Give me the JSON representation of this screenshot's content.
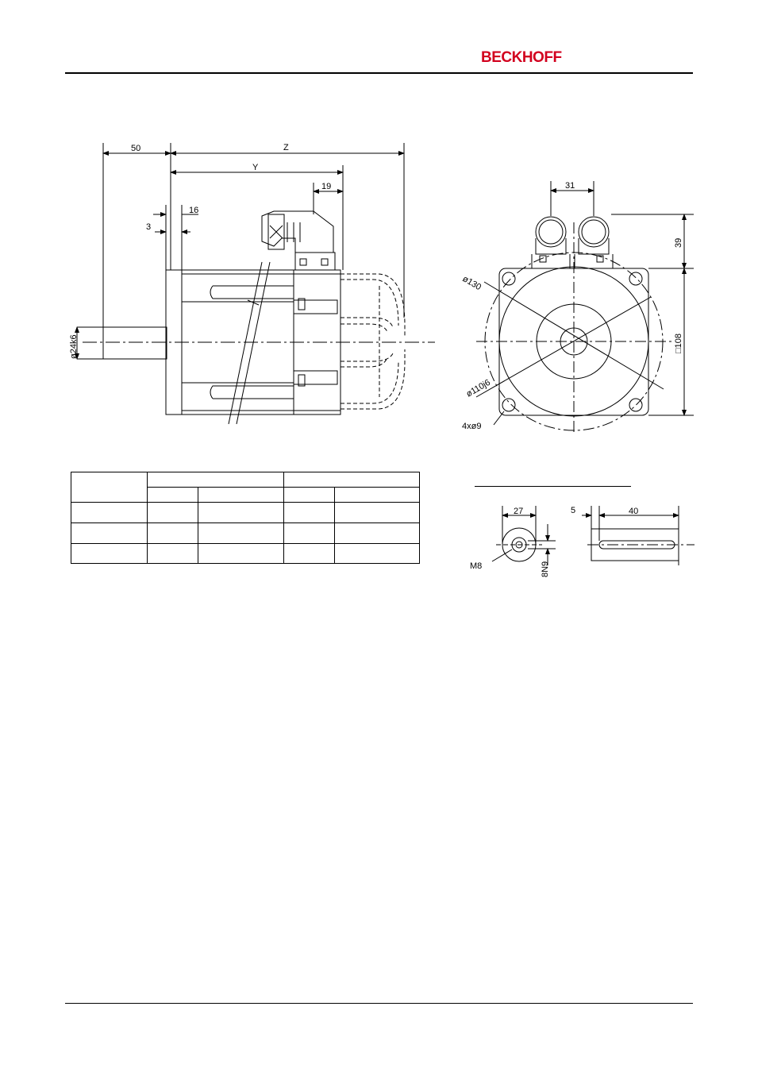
{
  "header": {
    "brand": "BECKHOFF"
  },
  "side_view": {
    "dim_50": "50",
    "dim_z": "Z",
    "dim_y": "Y",
    "dim_19": "19",
    "dim_16": "16",
    "dim_3": "3",
    "dim_shaft": "ø24k6"
  },
  "front_view": {
    "dim_31": "31",
    "dim_39": "39",
    "dim_108": "□108",
    "dim_130": "ø130",
    "dim_110": "ø110j6",
    "dim_holes": "4xø9"
  },
  "shaft_detail": {
    "dim_27": "27",
    "dim_m8": "M8",
    "dim_8n9": "8N9",
    "dim_5": "5",
    "dim_40": "40"
  },
  "table": {
    "rows": 5,
    "cols": 5
  }
}
